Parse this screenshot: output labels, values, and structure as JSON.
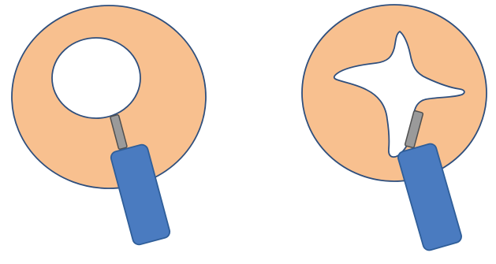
{
  "colors": {
    "tissue_fill": "#f8c08f",
    "tissue_stroke": "#2f4f7d",
    "cavity_fill": "#ffffff",
    "probe_body": "#4a7bc0",
    "probe_stroke": "#2f5e99",
    "probe_tip": "#9a9a9a",
    "probe_tip_stroke": "#4f4f4f",
    "background": "#ffffff"
  },
  "panels": [
    {
      "name": "round-cavity-panel",
      "cavity_shape": "circle"
    },
    {
      "name": "star-cavity-panel",
      "cavity_shape": "irregular-star"
    }
  ]
}
